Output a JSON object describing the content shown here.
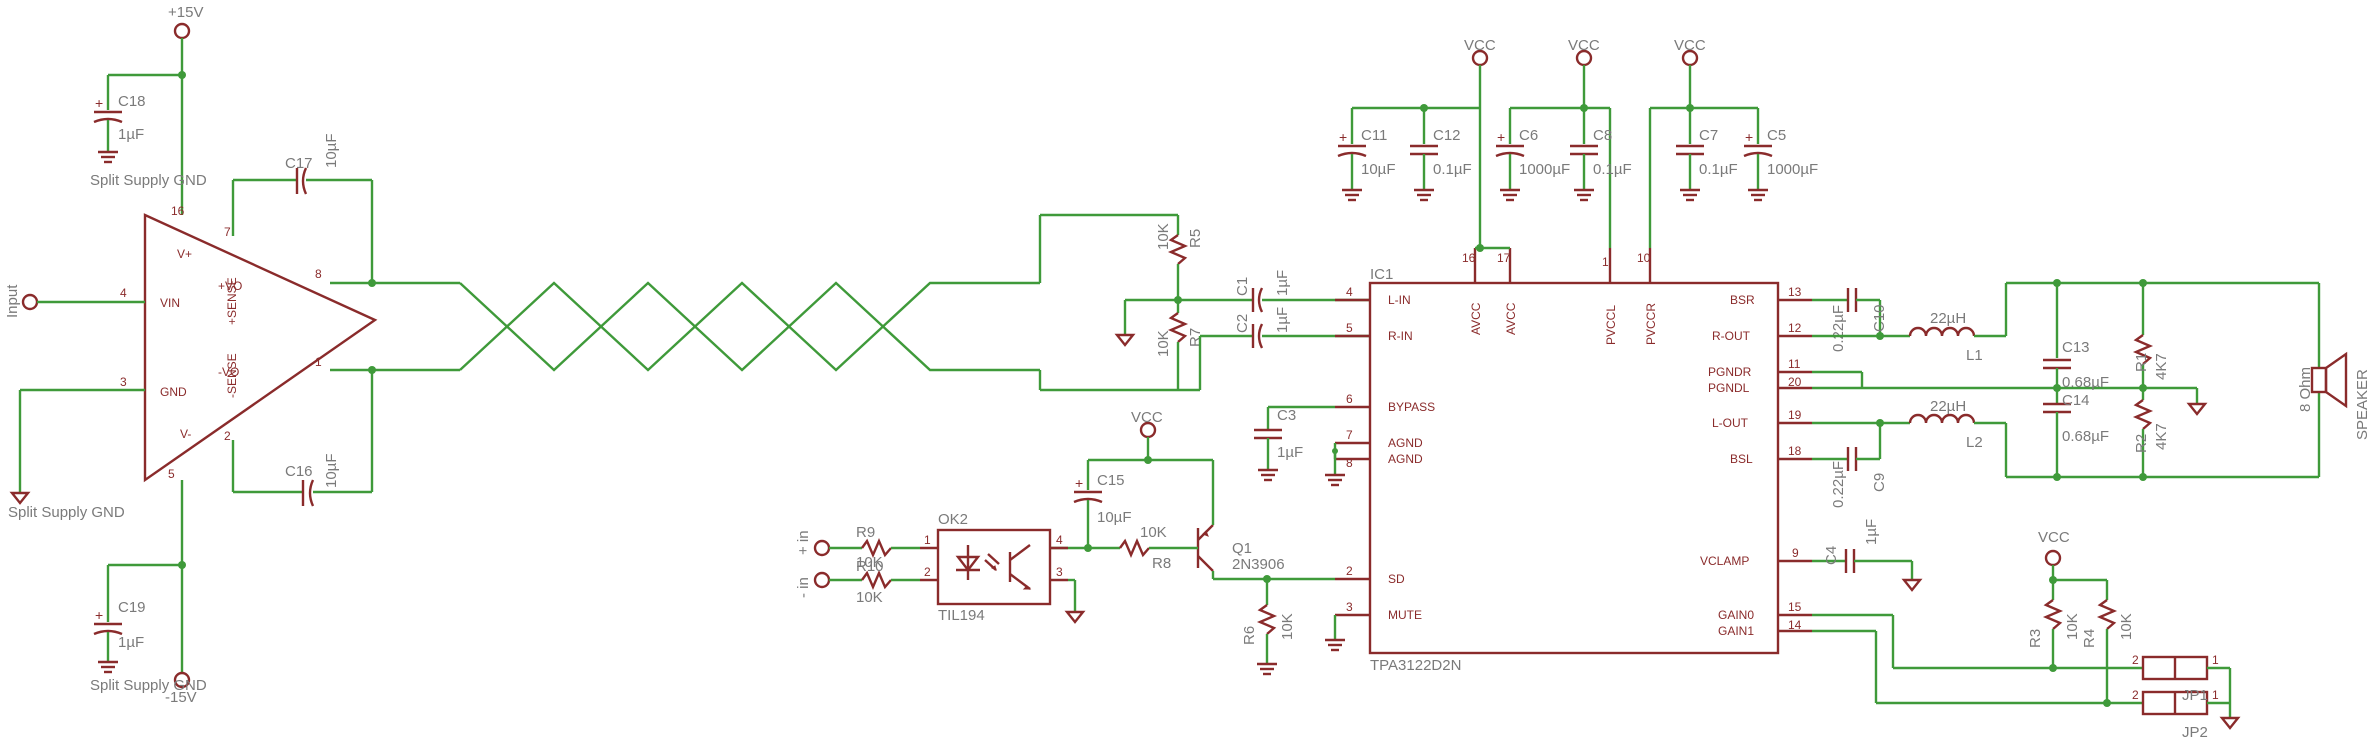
{
  "rails": {
    "pos": "+15V",
    "neg": "-15V",
    "vcc": "VCC"
  },
  "labels": {
    "split_gnd_1": "Split Supply GND",
    "split_gnd_2": "Split Supply GND",
    "split_gnd_3": "Split Supply GND",
    "input": "Input",
    "in_plus": "+ in",
    "in_minus": "- in",
    "speaker": "SPEAKER",
    "speaker_val": "8 Ohm"
  },
  "opamp": {
    "pins": [
      "V+",
      "VIN",
      "GND",
      "V-",
      "+SENSE",
      "-SENSE",
      "+VO",
      "-VO"
    ],
    "pin_nums": [
      "16",
      "4",
      "3",
      "5",
      "7",
      "2",
      "8",
      "1"
    ]
  },
  "ic1": {
    "name": "IC1",
    "part": "TPA3122D2N",
    "left_pins": [
      "L-IN",
      "R-IN",
      "BYPASS",
      "AGND",
      "AGND",
      "SD",
      "MUTE"
    ],
    "left_nums": [
      "4",
      "5",
      "6",
      "7",
      "8",
      "2",
      "3"
    ],
    "top_pins": [
      "AVCC",
      "AVCC",
      "PVCCL",
      "PVCCR"
    ],
    "top_nums": [
      "16",
      "17",
      "1",
      "10"
    ],
    "right_pins": [
      "BSR",
      "R-OUT",
      "PGNDR",
      "PGNDL",
      "L-OUT",
      "BSL",
      "VCLAMP",
      "GAIN0",
      "GAIN1"
    ],
    "right_nums": [
      "13",
      "12",
      "11",
      "20",
      "19",
      "18",
      "9",
      "15",
      "14"
    ]
  },
  "caps": [
    {
      "ref": "C18",
      "val": "1µF"
    },
    {
      "ref": "C19",
      "val": "1µF"
    },
    {
      "ref": "C17",
      "val": "10µF"
    },
    {
      "ref": "C16",
      "val": "10µF"
    },
    {
      "ref": "C11",
      "val": "10µF"
    },
    {
      "ref": "C12",
      "val": "0.1µF"
    },
    {
      "ref": "C6",
      "val": "1000µF"
    },
    {
      "ref": "C8",
      "val": "0.1µF"
    },
    {
      "ref": "C7",
      "val": "0.1µF"
    },
    {
      "ref": "C5",
      "val": "1000µF"
    },
    {
      "ref": "C1",
      "val": "1µF"
    },
    {
      "ref": "C2",
      "val": "1µF"
    },
    {
      "ref": "C3",
      "val": "1µF"
    },
    {
      "ref": "C15",
      "val": "10µF"
    },
    {
      "ref": "C10",
      "val": "0.22µF"
    },
    {
      "ref": "C9",
      "val": "0.22µF"
    },
    {
      "ref": "C13",
      "val": "0.68µF"
    },
    {
      "ref": "C14",
      "val": "0.68µF"
    },
    {
      "ref": "C4",
      "val": "1µF"
    }
  ],
  "resistors": [
    {
      "ref": "R5",
      "val": "10K"
    },
    {
      "ref": "R7",
      "val": "10K"
    },
    {
      "ref": "R9",
      "val": "10K"
    },
    {
      "ref": "R10",
      "val": "10K"
    },
    {
      "ref": "R8",
      "val": "10K"
    },
    {
      "ref": "R6",
      "val": "10K"
    },
    {
      "ref": "R1",
      "val": "4K7"
    },
    {
      "ref": "R2",
      "val": "4K7"
    },
    {
      "ref": "R3",
      "val": "10K"
    },
    {
      "ref": "R4",
      "val": "10K"
    }
  ],
  "inductors": [
    {
      "ref": "L1",
      "val": "22µH"
    },
    {
      "ref": "L2",
      "val": "22µH"
    }
  ],
  "parts": {
    "ok2": "OK2",
    "ok2_part": "TIL194",
    "q1": "Q1",
    "q1_part": "2N3906",
    "jp1": "JP1",
    "jp2": "JP2"
  },
  "small_pins": {
    "ok1": "1",
    "ok2": "2",
    "ok3": "3",
    "ok4": "4",
    "jp_a": "2",
    "jp_b": "1",
    "jp_c": "2",
    "jp_d": "1"
  }
}
